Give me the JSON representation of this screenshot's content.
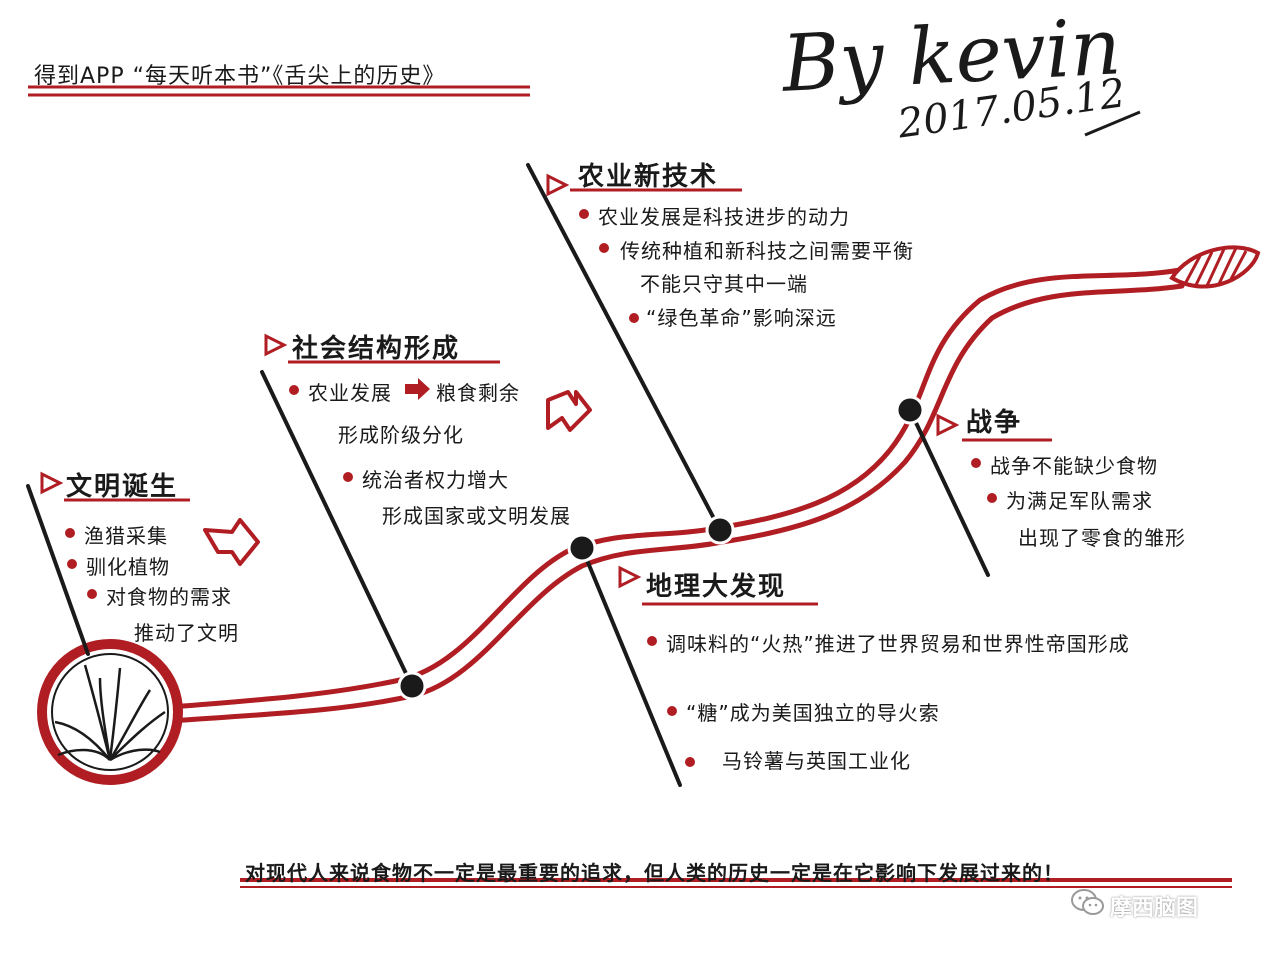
{
  "header": {
    "title": "得到APP “每天听本书”《舌尖上的历史》"
  },
  "signature": {
    "name": "By kevin",
    "date": "2017.05.12"
  },
  "sections": {
    "civilization": {
      "title": "文明诞生",
      "items": [
        "渔猎采集",
        "驯化植物",
        "对食物的需求",
        "推动了文明"
      ]
    },
    "social": {
      "title": "社会结构形成",
      "items": [
        "农业发展",
        "粮食剩余",
        "形成阶级分化",
        "统治者权力增大",
        "形成国家或文明发展"
      ]
    },
    "agri": {
      "title": "农业新技术",
      "items": [
        "农业发展是科技进步的动力",
        "传统种植和新科技之间需要平衡",
        "不能只守其中一端",
        "“绿色革命”影响深远"
      ]
    },
    "geo": {
      "title": "地理大发现",
      "items": [
        "调味料的“火热”推进了世界贸易和世界性帝国形成",
        "“糖”成为美国独立的导火索",
        "马铃薯与英国工业化"
      ]
    },
    "war": {
      "title": "战争",
      "items": [
        "战争不能缺少食物",
        "为满足军队需求",
        "出现了零食的雏形"
      ]
    }
  },
  "footer": {
    "text": "对现代人来说食物不一定是最重要的追求，但人类的历史一定是在它影响下发展过来的！"
  },
  "watermark": {
    "text": "摩西脑图"
  },
  "colors": {
    "accent": "#b01e23",
    "ink": "#1a1a1a"
  },
  "icons": [
    "plant-icon",
    "arrow-icon",
    "leaf-icon",
    "wechat-icon"
  ]
}
